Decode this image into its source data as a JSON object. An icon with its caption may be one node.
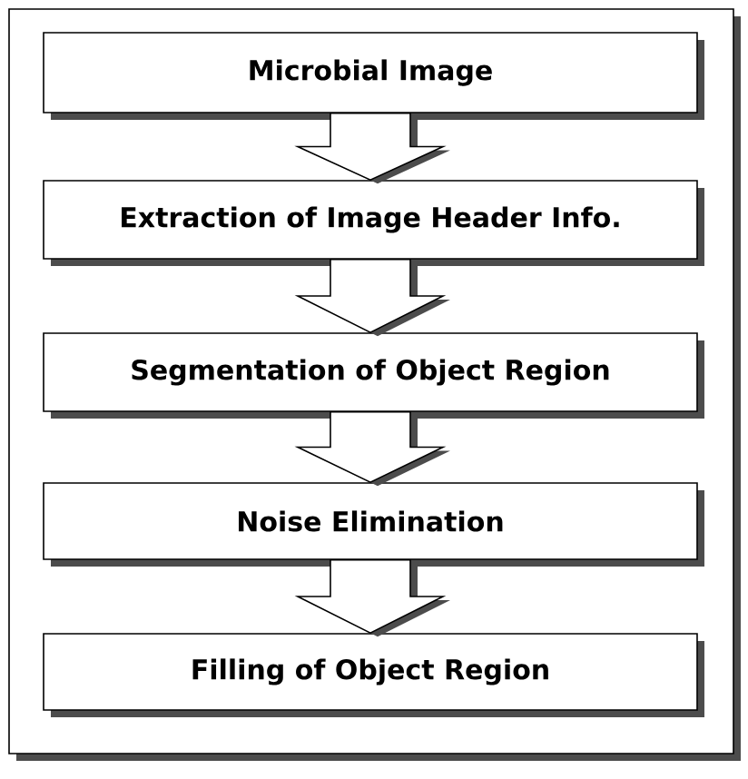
{
  "diagram": {
    "nodes": [
      {
        "text": [
          "Microbial Image"
        ]
      },
      {
        "text": [
          "Extraction of Image Header Info."
        ]
      },
      {
        "text": [
          "Segmentation of Object Region"
        ]
      },
      {
        "text": [
          "Noise Elimination"
        ]
      },
      {
        "text": [
          "Filling of Object Region"
        ]
      }
    ],
    "edges": [
      {
        "from": 0,
        "to": 1,
        "arrow": "to"
      },
      {
        "from": 1,
        "to": 2,
        "arrow": "to"
      },
      {
        "from": 2,
        "to": 3,
        "arrow": "to"
      },
      {
        "from": 3,
        "to": 4,
        "arrow": "to"
      }
    ]
  }
}
